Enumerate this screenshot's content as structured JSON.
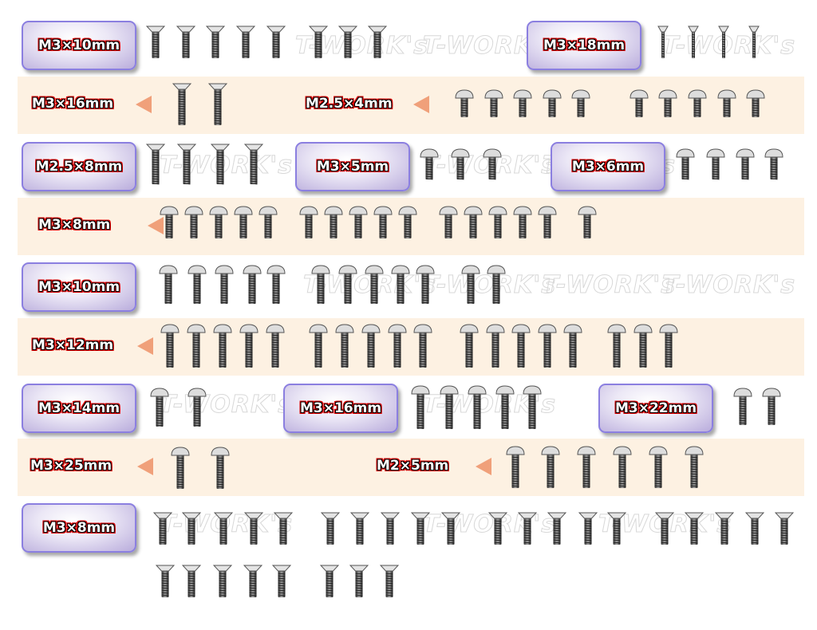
{
  "watermark": "T-WORK's",
  "groups": [
    {
      "label": "M3×10mm",
      "style": "badge",
      "head": "flat",
      "count": 8
    },
    {
      "label": "M3×18mm",
      "style": "badge",
      "head": "flat-thin",
      "count": 4
    },
    {
      "label": "M3×16mm",
      "style": "arrow",
      "head": "flat",
      "count": 2
    },
    {
      "label": "M2.5×4mm",
      "style": "arrow",
      "head": "button",
      "count": 10
    },
    {
      "label": "M2.5×8mm",
      "style": "badge",
      "head": "flat",
      "count": 4
    },
    {
      "label": "M3×5mm",
      "style": "badge",
      "head": "button",
      "count": 3
    },
    {
      "label": "M3×6mm",
      "style": "badge",
      "head": "button",
      "count": 4
    },
    {
      "label": "M3×8mm",
      "style": "arrow",
      "head": "button",
      "count": 16
    },
    {
      "label": "M3×10mm",
      "style": "badge",
      "head": "button",
      "count": 12
    },
    {
      "label": "M3×12mm",
      "style": "arrow",
      "head": "button",
      "count": 18
    },
    {
      "label": "M3×14mm",
      "style": "badge",
      "head": "button",
      "count": 2
    },
    {
      "label": "M3×16mm",
      "style": "badge",
      "head": "button",
      "count": 5
    },
    {
      "label": "M3×22mm",
      "style": "badge",
      "head": "button",
      "count": 2
    },
    {
      "label": "M3×25mm",
      "style": "arrow",
      "head": "button",
      "count": 2
    },
    {
      "label": "M2×5mm",
      "style": "arrow",
      "head": "button",
      "count": 6
    },
    {
      "label": "M3×8mm",
      "style": "badge",
      "head": "flat",
      "count": 28
    }
  ],
  "colors": {
    "band": "#fdf1e2",
    "badge_border": "#8b7fe0",
    "arrow": "#f0a07a",
    "label_outline": "#dd0000"
  }
}
